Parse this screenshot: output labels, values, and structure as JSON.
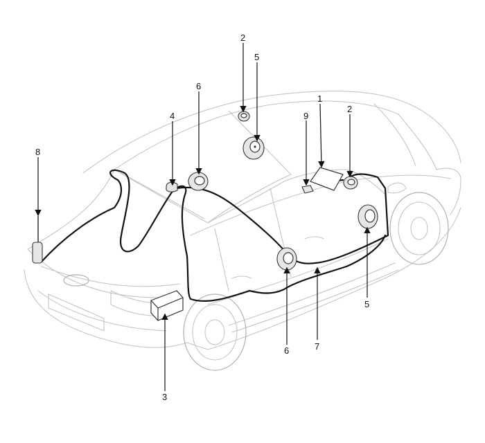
{
  "callouts": [
    {
      "id": "1",
      "label": "1"
    },
    {
      "id": "2a",
      "label": "2"
    },
    {
      "id": "2b",
      "label": "2"
    },
    {
      "id": "3",
      "label": "3"
    },
    {
      "id": "4",
      "label": "4"
    },
    {
      "id": "5a",
      "label": "5"
    },
    {
      "id": "5b",
      "label": "5"
    },
    {
      "id": "6a",
      "label": "6"
    },
    {
      "id": "6b",
      "label": "6"
    },
    {
      "id": "7",
      "label": "7"
    },
    {
      "id": "8",
      "label": "8"
    },
    {
      "id": "9",
      "label": "9"
    }
  ],
  "colors": {
    "car_outline": "#c4c4c4",
    "wiring": "#111111",
    "components": "#333333"
  }
}
